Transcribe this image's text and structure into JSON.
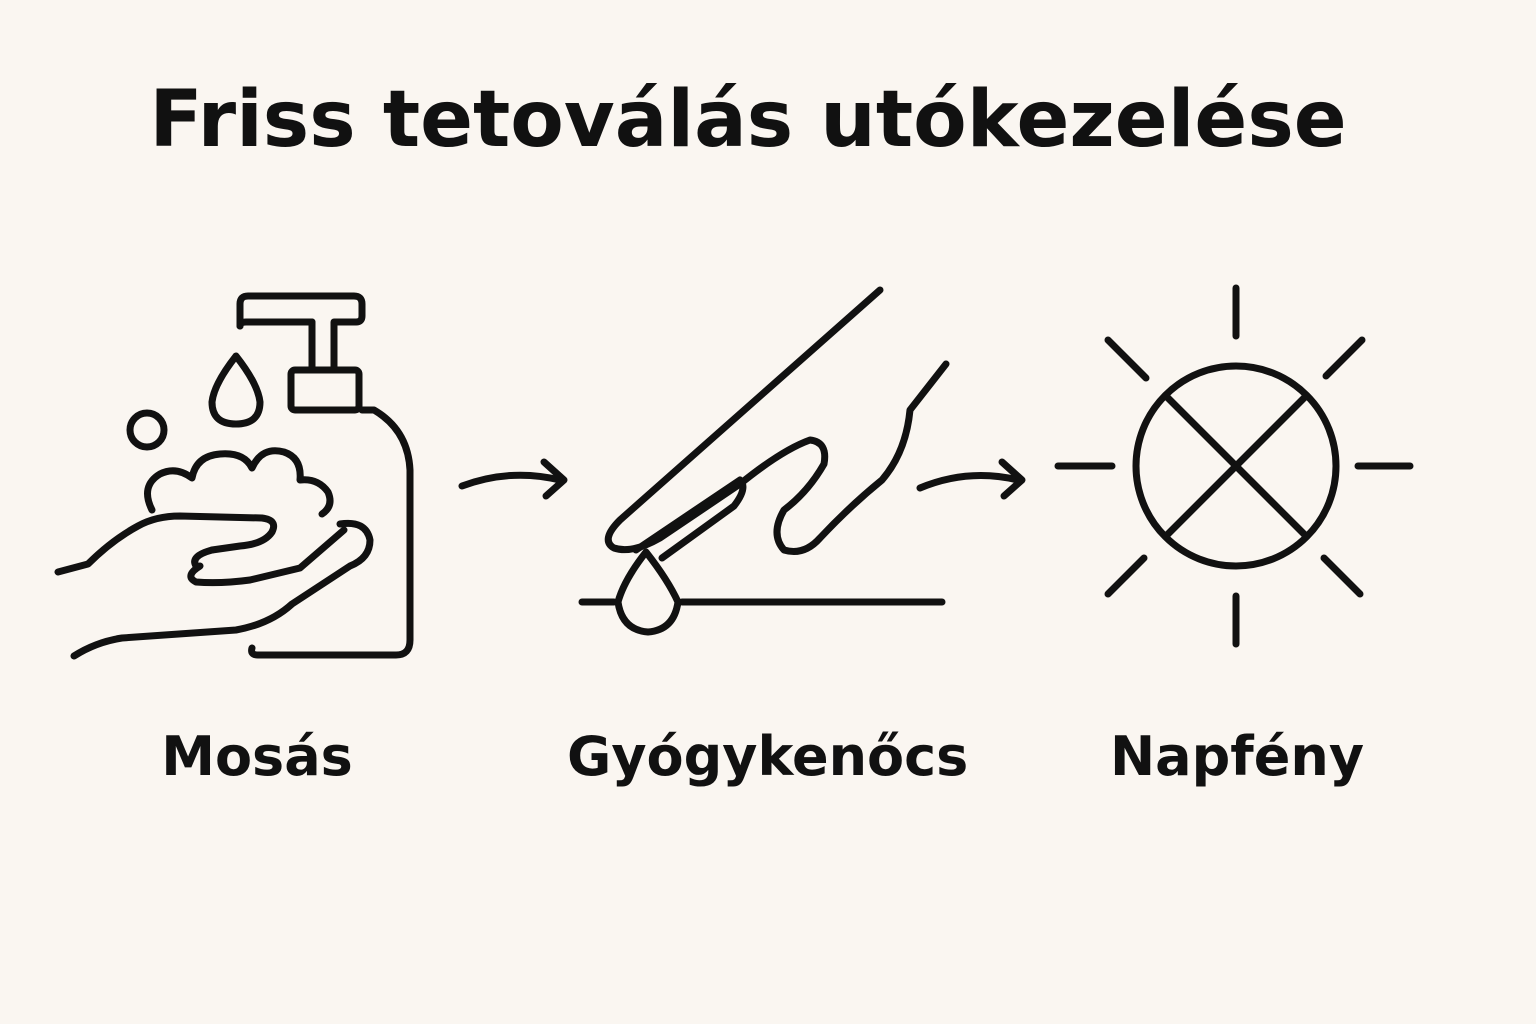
{
  "title": "Friss tetoválás utókezelése",
  "steps": [
    {
      "label": "Mosás",
      "icon": "soap-dispenser-handwash-icon"
    },
    {
      "label": "Gyógykenőcs",
      "icon": "ointment-application-icon"
    },
    {
      "label": "Napfény",
      "icon": "no-sunlight-icon"
    }
  ],
  "connectors": [
    "arrow-right-icon",
    "arrow-right-icon"
  ],
  "colors": {
    "background": "#faf6f1",
    "ink": "#111111"
  }
}
